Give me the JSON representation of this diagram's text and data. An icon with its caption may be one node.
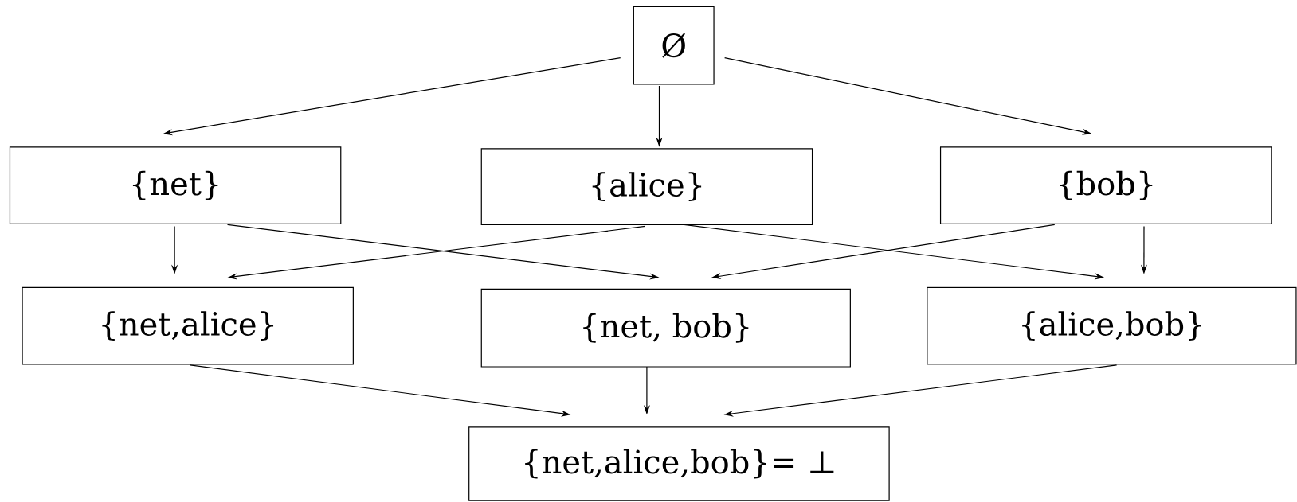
{
  "diagram": {
    "nodes": [
      {
        "text": [
          "Ø"
        ]
      },
      {
        "text": [
          "{net}"
        ]
      },
      {
        "text": [
          "{alice}"
        ]
      },
      {
        "text": [
          "{bob}"
        ]
      },
      {
        "text": [
          "{net,alice}"
        ]
      },
      {
        "text": [
          "{net, bob}"
        ]
      },
      {
        "text": [
          "{alice,bob}"
        ]
      },
      {
        "text": [
          "{net,alice,bob}= ⊥"
        ]
      }
    ],
    "edges": [
      {
        "from": 0,
        "to": 1,
        "arrow": "to"
      },
      {
        "from": 0,
        "to": 2,
        "arrow": "to"
      },
      {
        "from": 0,
        "to": 3,
        "arrow": "to"
      },
      {
        "from": 1,
        "to": 4,
        "arrow": "to"
      },
      {
        "from": 1,
        "to": 5,
        "arrow": "to"
      },
      {
        "from": 2,
        "to": 4,
        "arrow": "to"
      },
      {
        "from": 2,
        "to": 6,
        "arrow": "to"
      },
      {
        "from": 3,
        "to": 5,
        "arrow": "to"
      },
      {
        "from": 3,
        "to": 6,
        "arrow": "to"
      },
      {
        "from": 4,
        "to": 7,
        "arrow": "to"
      },
      {
        "from": 5,
        "to": 7,
        "arrow": "to"
      },
      {
        "from": 6,
        "to": 7,
        "arrow": "to"
      }
    ]
  }
}
